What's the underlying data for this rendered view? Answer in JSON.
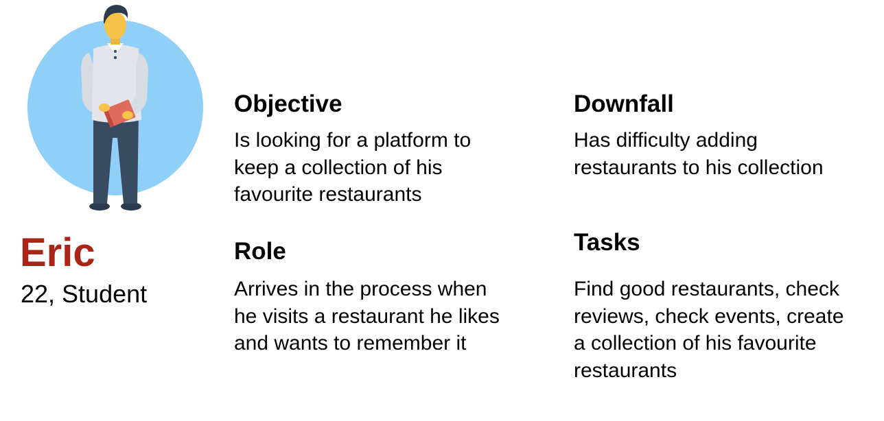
{
  "persona": {
    "name": "Eric",
    "subtitle": "22, Student",
    "illustration_icon": "person-holding-book-icon",
    "colors": {
      "name_accent": "#ab2418",
      "circle_background": "#90d0f8",
      "shirt": "#e3e5ea",
      "trousers": "#394b60",
      "hair": "#2b3a4c",
      "skin": "#f4c347",
      "book": "#e06a5c"
    }
  },
  "cards": {
    "objective": {
      "heading": "Objective",
      "body": "Is looking for a platform to keep a collection of his favourite restaurants"
    },
    "downfall": {
      "heading": "Downfall",
      "body": "Has difficulty adding restaurants to his collection"
    },
    "role": {
      "heading": "Role",
      "body": "Arrives in the process when he visits a restaurant he likes and wants to remember it"
    },
    "tasks": {
      "heading": "Tasks",
      "body": "Find good restaurants, check reviews, check events, create a collection of his favourite restaurants"
    }
  }
}
